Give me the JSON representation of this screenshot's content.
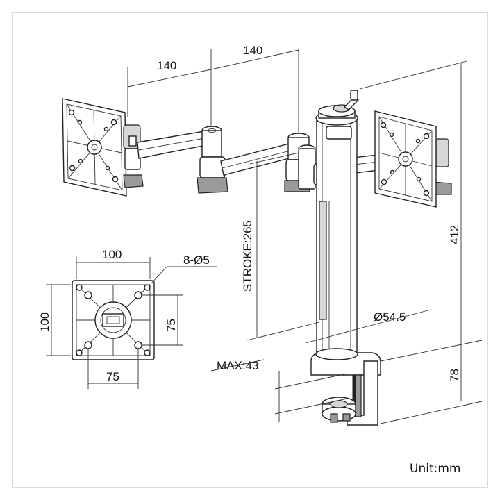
{
  "dimensions": {
    "arm_length_1": "140",
    "arm_length_2": "140",
    "height_total": "412",
    "stroke": "STROKE:265",
    "pole_diameter": "Ø54.5",
    "clamp_height": "78",
    "desk_max": "MAX:43"
  },
  "vesa_plate": {
    "width": "100",
    "height": "100",
    "holes": "8-Ø5",
    "inner_width": "75",
    "inner_height": "75"
  },
  "unit_label": "Unit:mm",
  "colors": {
    "line": "#222222",
    "shade": "#d7d7d7",
    "border": "#cfcfcf"
  }
}
